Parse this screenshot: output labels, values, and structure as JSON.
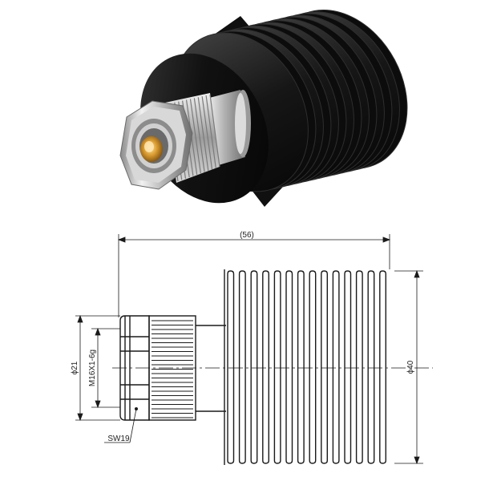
{
  "product_photo": {
    "subject": "N-type coaxial termination with finned black heatsink"
  },
  "drawing": {
    "dims": {
      "overall_length": "(56)",
      "body_diameter": "ϕ40",
      "nut_diameter": "ϕ21",
      "thread": "M16X1-6g",
      "hex_size": "SW19"
    }
  },
  "colors": {
    "heatsink": "#151515",
    "line": "#1a1a1a",
    "metal_light": "#e6e6e6",
    "metal_dark": "#7a7a7a",
    "gold": "#d89a2e"
  }
}
